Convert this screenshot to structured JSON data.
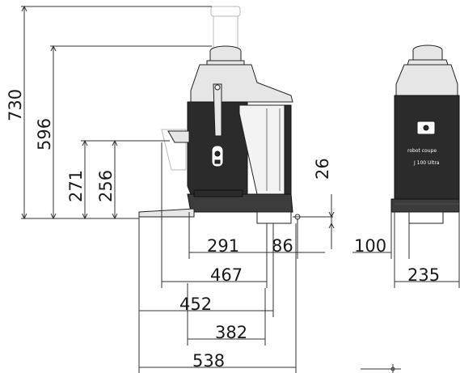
{
  "drawing": {
    "vertical_dims": [
      {
        "label": "730"
      },
      {
        "label": "596"
      },
      {
        "label": "271"
      },
      {
        "label": "256"
      },
      {
        "label": "26"
      }
    ],
    "horizontal_dims": [
      {
        "label": "291"
      },
      {
        "label": "86"
      },
      {
        "label": "467"
      },
      {
        "label": "452"
      },
      {
        "label": "382"
      },
      {
        "label": "538"
      },
      {
        "label": "100"
      },
      {
        "label": "235"
      }
    ],
    "brand_text": "robot coupe",
    "model_text": "J 100 Ultra"
  }
}
